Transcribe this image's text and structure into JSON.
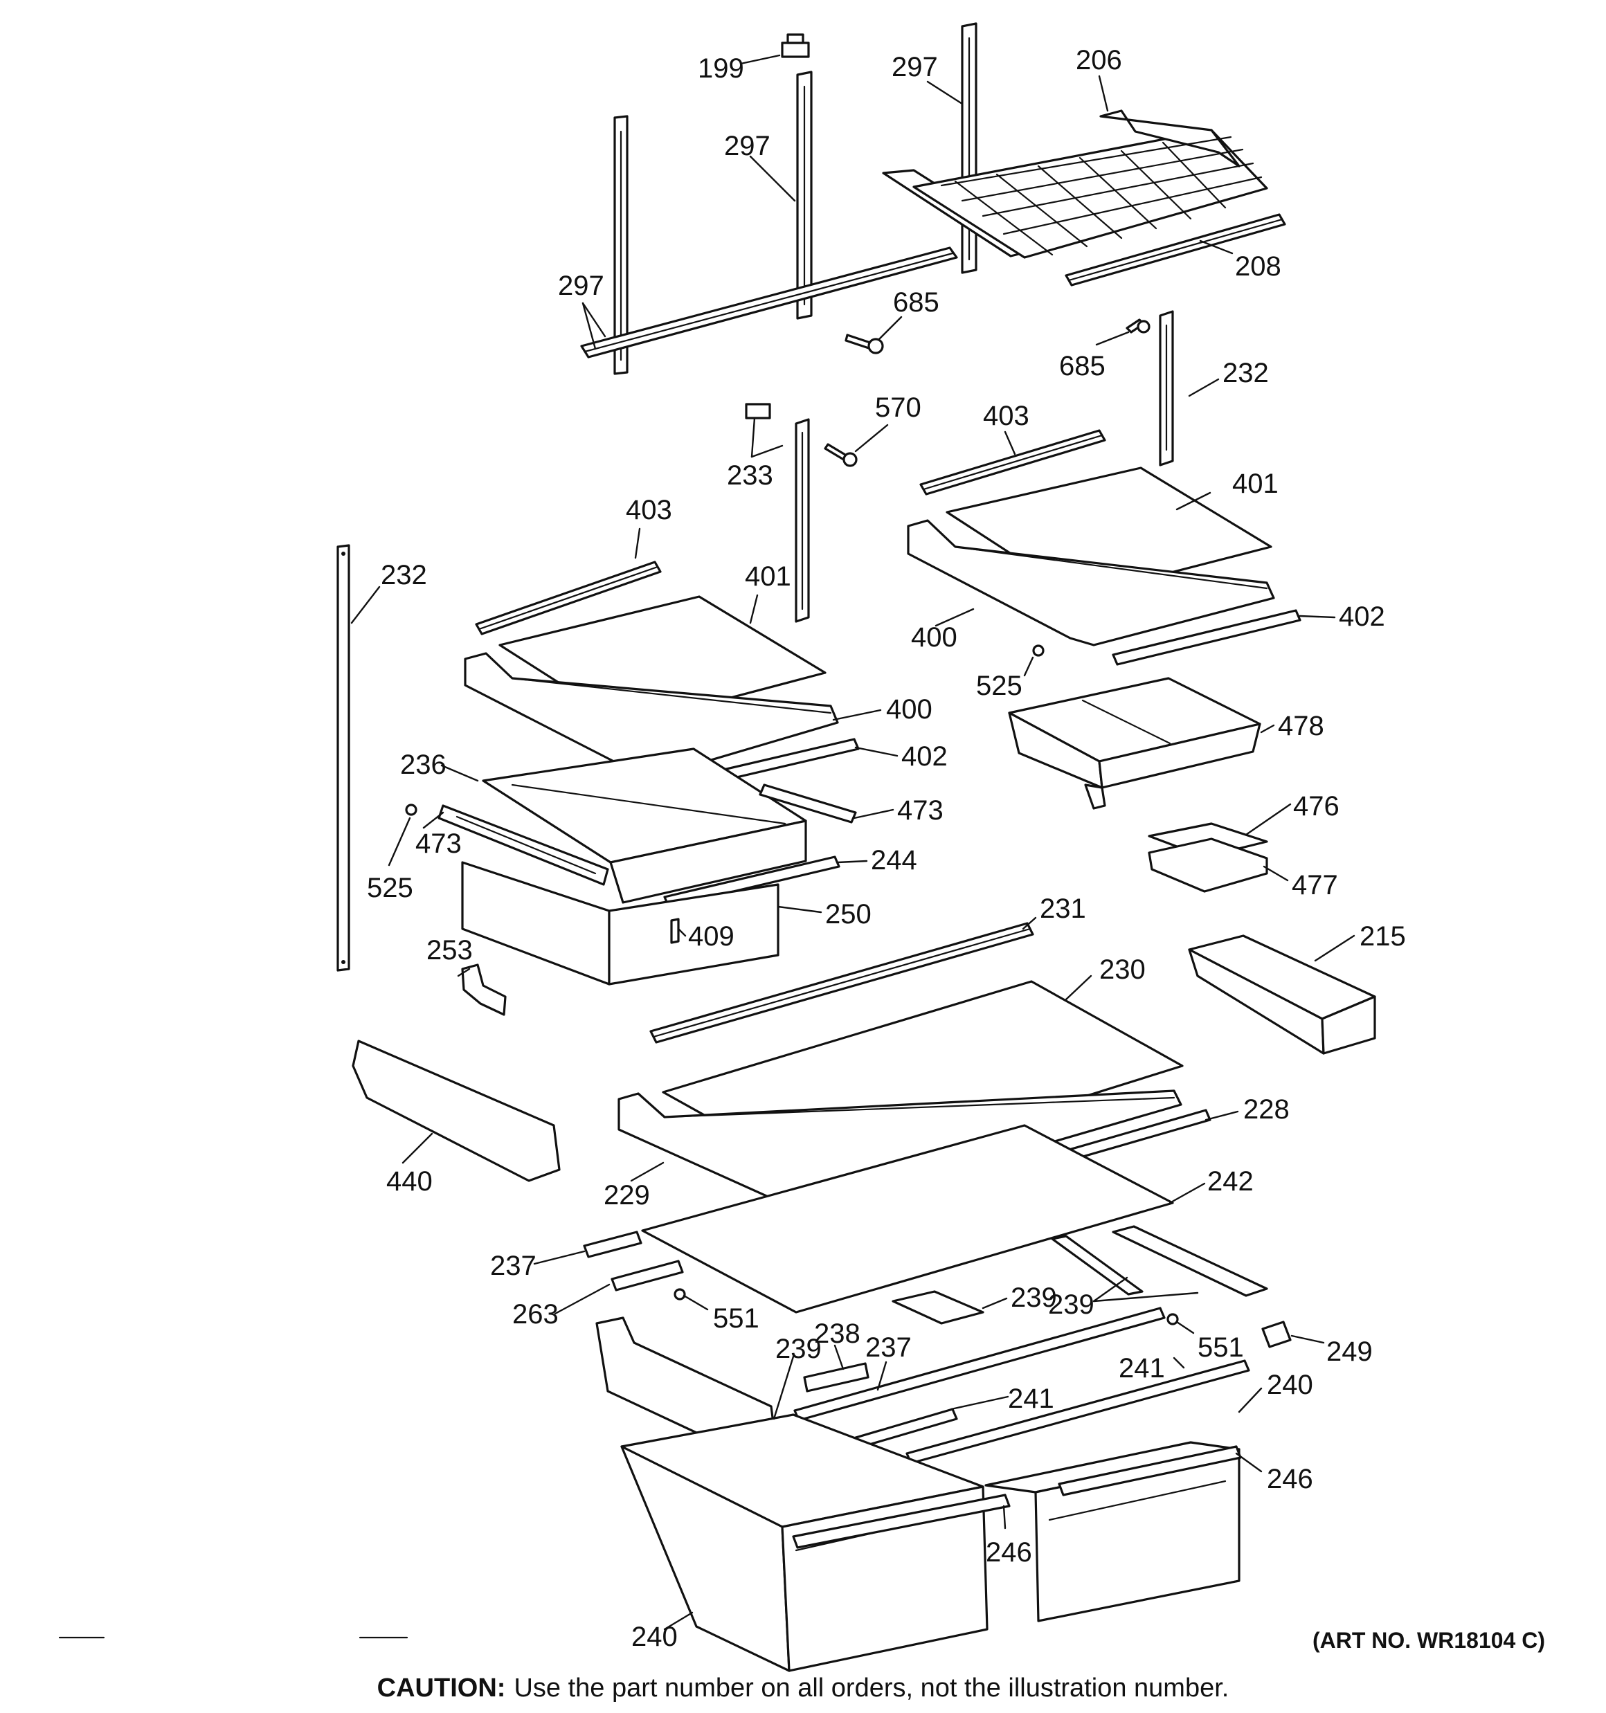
{
  "labels": {
    "l199": "199",
    "l297a": "297",
    "l297b": "297",
    "l297c": "297",
    "l206": "206",
    "l208": "208",
    "l685a": "685",
    "l685b": "685",
    "l232a": "232",
    "l232b": "232",
    "l570": "570",
    "l233": "233",
    "l403a": "403",
    "l403b": "403",
    "l401a": "401",
    "l401b": "401",
    "l400a": "400",
    "l400b": "400",
    "l402a": "402",
    "l402b": "402",
    "l525a": "525",
    "l525b": "525",
    "l478": "478",
    "l236": "236",
    "l473a": "473",
    "l473b": "473",
    "l244": "244",
    "l250": "250",
    "l409": "409",
    "l476": "476",
    "l477": "477",
    "l231": "231",
    "l253": "253",
    "l230": "230",
    "l215": "215",
    "l228": "228",
    "l440": "440",
    "l229": "229",
    "l242": "242",
    "l237a": "237",
    "l237b": "237",
    "l263": "263",
    "l551a": "551",
    "l551b": "551",
    "l239a": "239",
    "l239b": "239",
    "l239c": "239",
    "l238": "238",
    "l249": "249",
    "l241a": "241",
    "l241b": "241",
    "l240a": "240",
    "l240b": "240",
    "l246a": "246",
    "l246b": "246"
  },
  "footer": {
    "art_no": "(ART NO. WR18104 C)",
    "caution_label": "CAUTION:",
    "caution_text": "Use the part number on all orders, not the illustration number."
  }
}
